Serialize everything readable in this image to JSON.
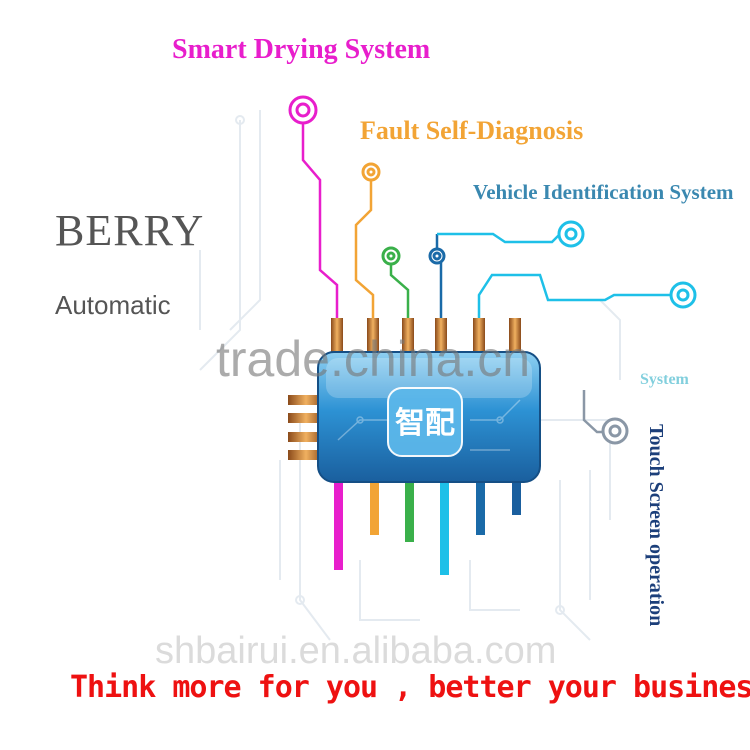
{
  "brand": {
    "name": "BERRY",
    "subtitle": "Automatic"
  },
  "features": {
    "smart_drying": "Smart Drying System",
    "fault_diagnosis": "Fault Self-Diagnosis",
    "vehicle_identification": "Vehicle Identification System",
    "system_partial": "System",
    "touch_screen": "Touch Screen operation"
  },
  "chip": {
    "label": "智配"
  },
  "watermark": "trade.china.cn",
  "site": "shbairui.en.alibaba.com",
  "slogan": "Think more for you , better your business",
  "colors": {
    "magenta": "#e81ecc",
    "orange": "#f2a435",
    "green": "#3ab04a",
    "blue": "#27a4d8",
    "cyan": "#1ec0e8",
    "navy": "#1a6aa8",
    "teal_text": "#30b0c8",
    "vehicle_text": "#3a88b0",
    "touch_text": "#1c3f7a",
    "slogan": "#ee1111",
    "chip_body": "#2f8fd0",
    "pin_gold": "#c9803a"
  }
}
